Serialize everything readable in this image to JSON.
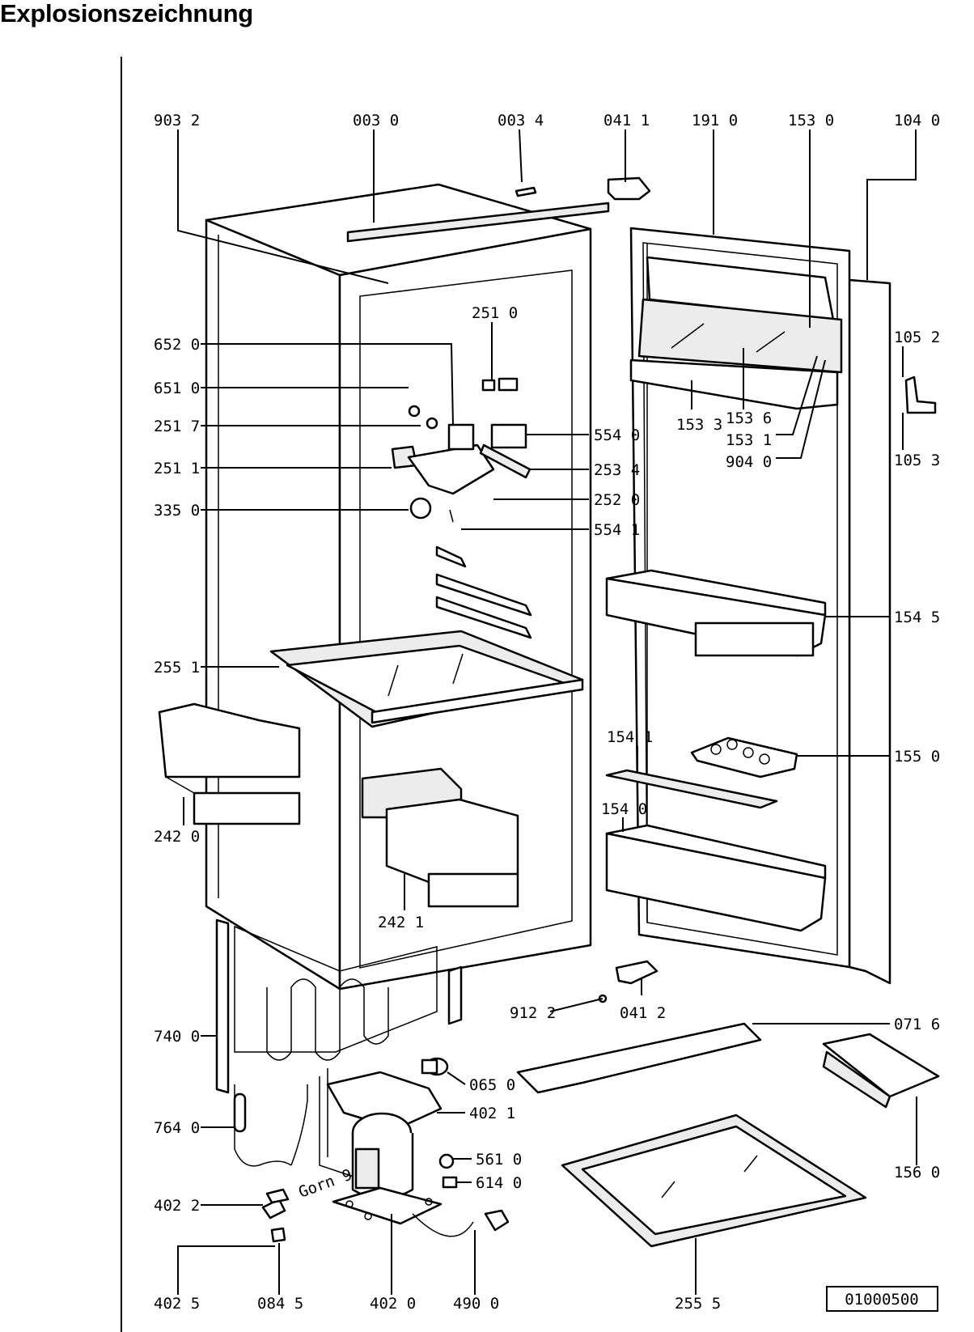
{
  "title": "Explosionszeichnung",
  "drawing_number": "01000500",
  "callouts": [
    {
      "id": "903_2",
      "text": "903 2"
    },
    {
      "id": "003_0",
      "text": "003 0"
    },
    {
      "id": "003_4",
      "text": "003 4"
    },
    {
      "id": "041_1",
      "text": "041 1"
    },
    {
      "id": "191_0",
      "text": "191 0"
    },
    {
      "id": "153_0",
      "text": "153 0"
    },
    {
      "id": "104_0",
      "text": "104 0"
    },
    {
      "id": "251_0",
      "text": "251 0"
    },
    {
      "id": "652_0",
      "text": "652 0"
    },
    {
      "id": "651_0",
      "text": "651 0"
    },
    {
      "id": "251_7",
      "text": "251 7"
    },
    {
      "id": "251_1",
      "text": "251 1"
    },
    {
      "id": "335_0",
      "text": "335 0"
    },
    {
      "id": "554_0",
      "text": "554 0"
    },
    {
      "id": "253_4",
      "text": "253 4"
    },
    {
      "id": "252_0",
      "text": "252 0"
    },
    {
      "id": "554_1",
      "text": "554 1"
    },
    {
      "id": "153_3",
      "text": "153 3"
    },
    {
      "id": "153_6",
      "text": "153 6"
    },
    {
      "id": "153_1",
      "text": "153 1"
    },
    {
      "id": "904_0",
      "text": "904 0"
    },
    {
      "id": "105_2",
      "text": "105 2"
    },
    {
      "id": "105_3",
      "text": "105 3"
    },
    {
      "id": "154_5",
      "text": "154 5"
    },
    {
      "id": "255_1",
      "text": "255 1"
    },
    {
      "id": "154_1",
      "text": "154 1"
    },
    {
      "id": "155_0",
      "text": "155 0"
    },
    {
      "id": "154_0",
      "text": "154 0"
    },
    {
      "id": "242_0",
      "text": "242 0"
    },
    {
      "id": "242_1",
      "text": "242 1"
    },
    {
      "id": "912_2",
      "text": "912 2"
    },
    {
      "id": "041_2",
      "text": "041 2"
    },
    {
      "id": "740_0",
      "text": "740  0"
    },
    {
      "id": "071_6",
      "text": "071 6"
    },
    {
      "id": "065_0",
      "text": "065 0"
    },
    {
      "id": "402_1",
      "text": "402 1"
    },
    {
      "id": "764_0",
      "text": "764 0"
    },
    {
      "id": "561_0",
      "text": "561 0"
    },
    {
      "id": "614_0",
      "text": "614 0"
    },
    {
      "id": "156_0",
      "text": "156 0"
    },
    {
      "id": "402_2",
      "text": "402 2"
    },
    {
      "id": "402_5",
      "text": "402 5"
    },
    {
      "id": "084_5",
      "text": "084 5"
    },
    {
      "id": "402_0",
      "text": "402 0"
    },
    {
      "id": "490_0",
      "text": "490 0"
    },
    {
      "id": "255_5",
      "text": "255 5"
    }
  ],
  "stamp_text": "Gorn 9"
}
